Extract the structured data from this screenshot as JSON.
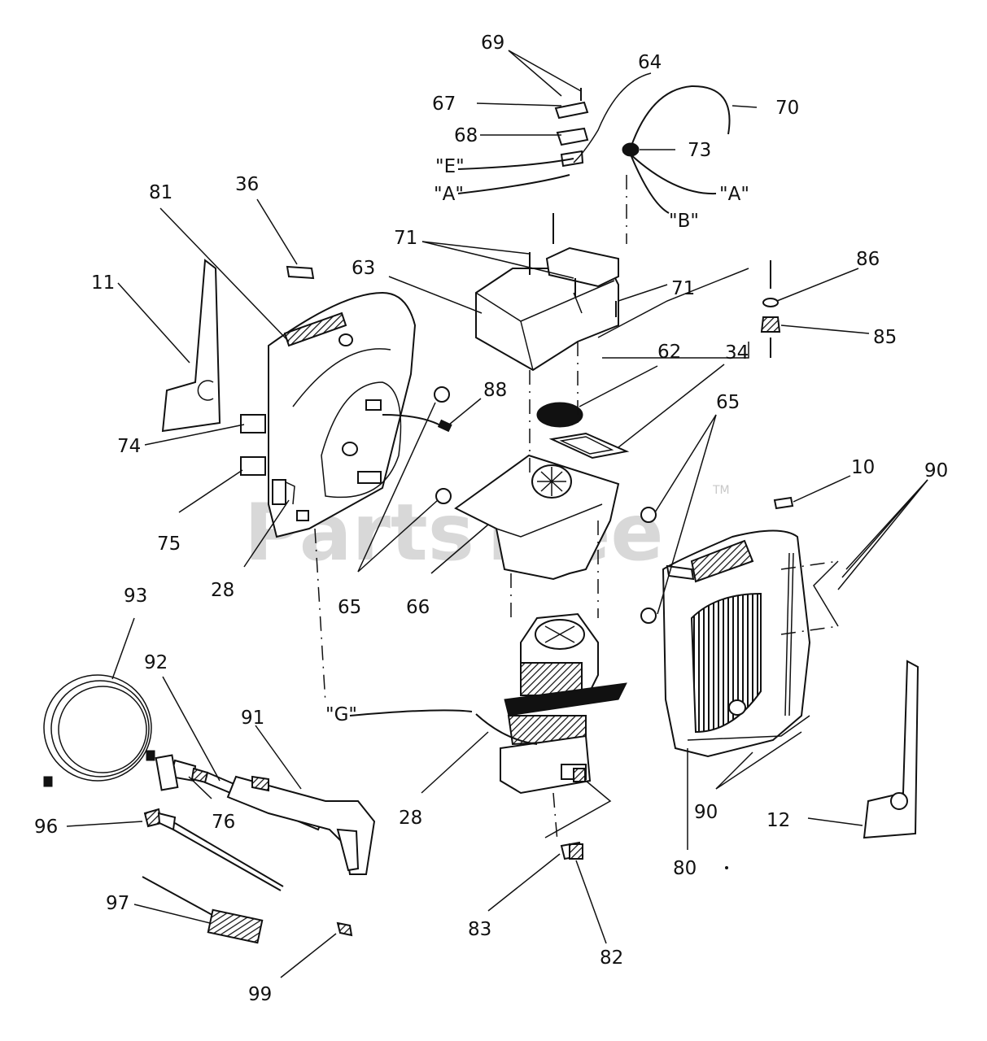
{
  "watermark": {
    "text": "PartsTree",
    "trademark": "TM"
  },
  "callouts": {
    "c69": "69",
    "c64": "64",
    "c67": "67",
    "c70": "70",
    "c68": "68",
    "c73": "73",
    "cE": "\"E\"",
    "cA1": "\"A\"",
    "cA2": "\"A\"",
    "cB": "\"B\"",
    "c81": "81",
    "c36": "36",
    "c71a": "71",
    "c71b": "71",
    "c86": "86",
    "c63": "63",
    "c11": "11",
    "c85": "85",
    "c62": "62",
    "c34": "34",
    "c88": "88",
    "c65a": "65",
    "c74": "74",
    "c10": "10",
    "c90a": "90",
    "c75": "75",
    "c28a": "28",
    "c65b": "65",
    "c66": "66",
    "c93": "93",
    "c92": "92",
    "cG": "\"G\"",
    "c91": "91",
    "c96": "96",
    "c76": "76",
    "c28b": "28",
    "c90b": "90",
    "c12": "12",
    "c80": "80",
    "c97": "97",
    "c83": "83",
    "c82": "82",
    "c99": "99"
  }
}
